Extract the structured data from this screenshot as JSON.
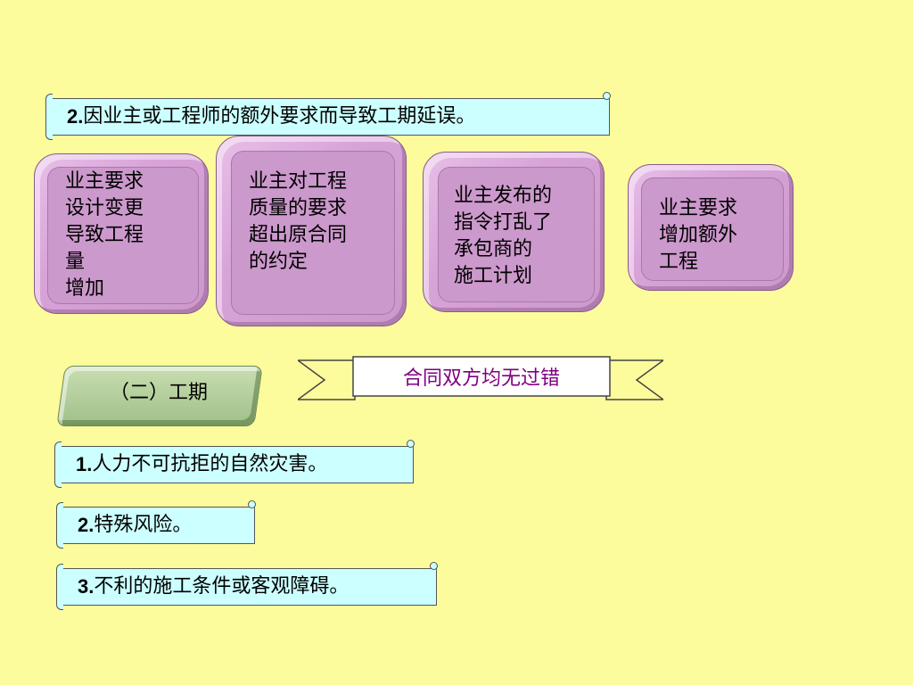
{
  "top_item": {
    "num": "2.",
    "text": "因业主或工程师的额外要求而导致工期延误。"
  },
  "causes": [
    {
      "lines": "业主要求\n设计变更\n导致工程\n量\n增加"
    },
    {
      "lines": "业主对工程\n质量的要求\n超出原合同\n的约定"
    },
    {
      "lines": "业主发布的\n指令打乱了\n承包商的\n施工计划"
    },
    {
      "lines": "业主要求\n增加额外\n工程"
    }
  ],
  "section_label": "（二）工期",
  "banner_text": "合同双方均无过错",
  "list": [
    {
      "num": "1.",
      "text": "人力不可抗拒的自然灾害。"
    },
    {
      "num": "2.",
      "text": "特殊风险。"
    },
    {
      "num": "3.",
      "text": "不利的施工条件或客观障碍。"
    }
  ],
  "colors": {
    "background": "#fdfc9c",
    "scroll": "#ccffff",
    "box": "#cc99cc",
    "green": "#9fc089",
    "banner_text": "#800080"
  }
}
